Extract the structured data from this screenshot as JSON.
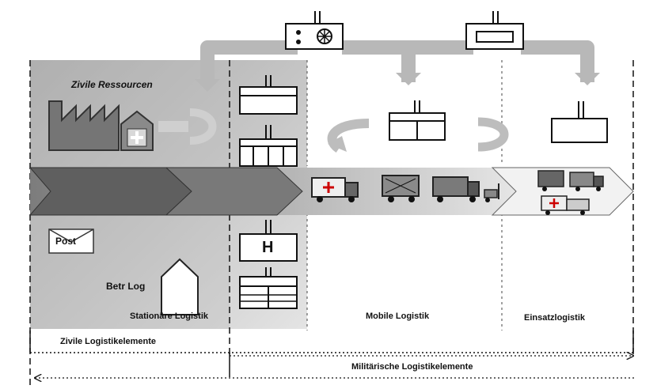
{
  "labels": {
    "civil_resources": "Zivile Ressourcen",
    "post": "Post",
    "betr_log": "Betr Log",
    "stationary": "Stationäre Logistik",
    "mobile": "Mobile Logistik",
    "deployment": "Einsatzlogistik",
    "civil_elements": "Zivile Logistikelemente",
    "military_elements": "Militärische Logistikelemente",
    "hospital_letter": "H"
  },
  "colors": {
    "gray_light": "#c9c9c9",
    "gray_mid": "#9a9a9a",
    "gray_dark": "#6f6f6f",
    "box_border": "#111111",
    "text": "#111111"
  },
  "icons": [
    "factory-icon",
    "house-cross-icon",
    "post-envelope-icon",
    "house-outline-icon",
    "ambulance-icon",
    "truck-icon",
    "forklift-icon"
  ]
}
